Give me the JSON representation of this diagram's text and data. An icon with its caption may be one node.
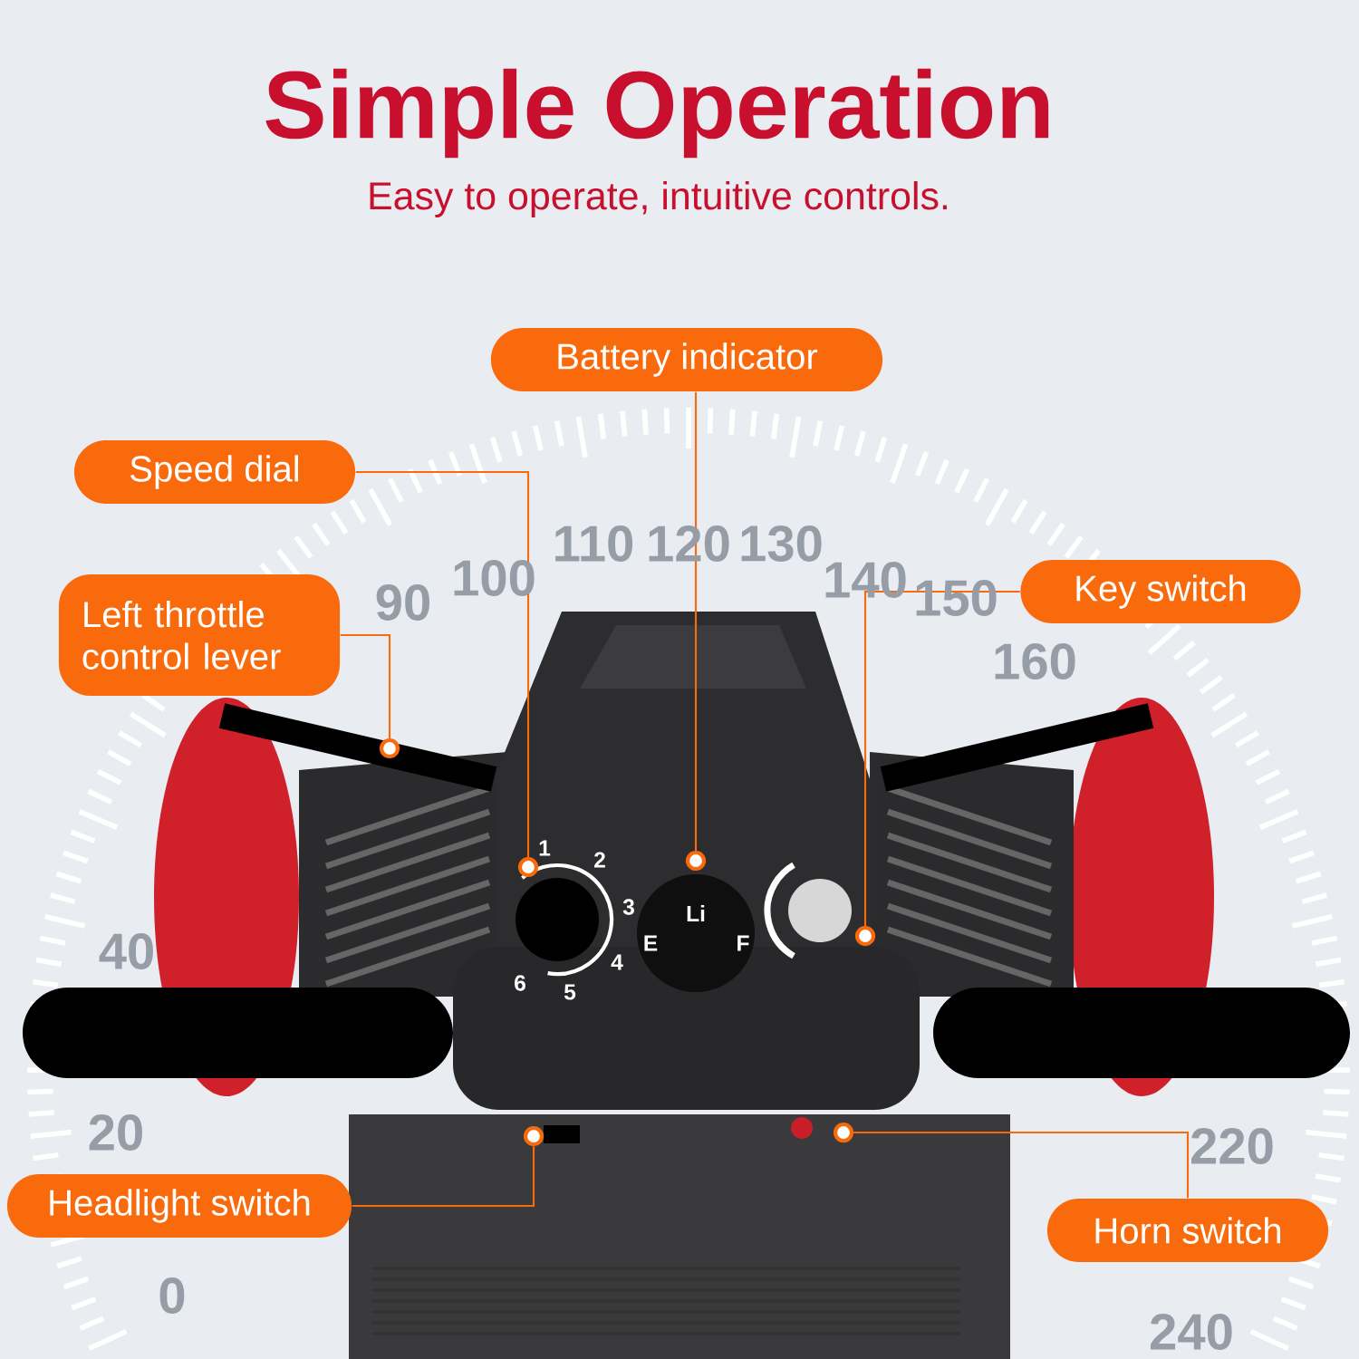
{
  "diagram": {
    "title": "Simple Operation",
    "caption": "Easy to operate, intuitive controls.",
    "nodes": [
      {
        "text": [
          "Battery indicator"
        ]
      },
      {
        "text": [
          "Speed dial"
        ]
      },
      {
        "text": [
          "Left throttle control lever"
        ]
      },
      {
        "text": [
          "Key switch"
        ]
      },
      {
        "text": [
          "Headlight switch"
        ]
      },
      {
        "text": [
          "Horn switch"
        ]
      },
      {
        "text": [],
        "shape": "circle"
      },
      {
        "text": [],
        "shape": "circle"
      },
      {
        "text": [],
        "shape": "circle"
      },
      {
        "text": [],
        "shape": "circle"
      },
      {
        "text": [],
        "shape": "circle"
      },
      {
        "text": [],
        "shape": "circle"
      }
    ],
    "edges": [
      {
        "from": 0,
        "to": 9,
        "arrow": "none"
      },
      {
        "from": 1,
        "to": 7,
        "arrow": "none"
      },
      {
        "from": 2,
        "to": 6,
        "arrow": "none"
      },
      {
        "from": 3,
        "to": 11,
        "arrow": "none"
      },
      {
        "from": 4,
        "to": 8,
        "arrow": "none"
      },
      {
        "from": 5,
        "to": 10,
        "arrow": "none"
      }
    ],
    "labels": [
      "110",
      "120",
      "130",
      "90",
      "100",
      "140",
      "150",
      "160",
      "1",
      "2",
      "3",
      "Li",
      "E",
      "F",
      "40",
      "4",
      "6",
      "5",
      "20",
      "220",
      "0",
      "240"
    ]
  }
}
